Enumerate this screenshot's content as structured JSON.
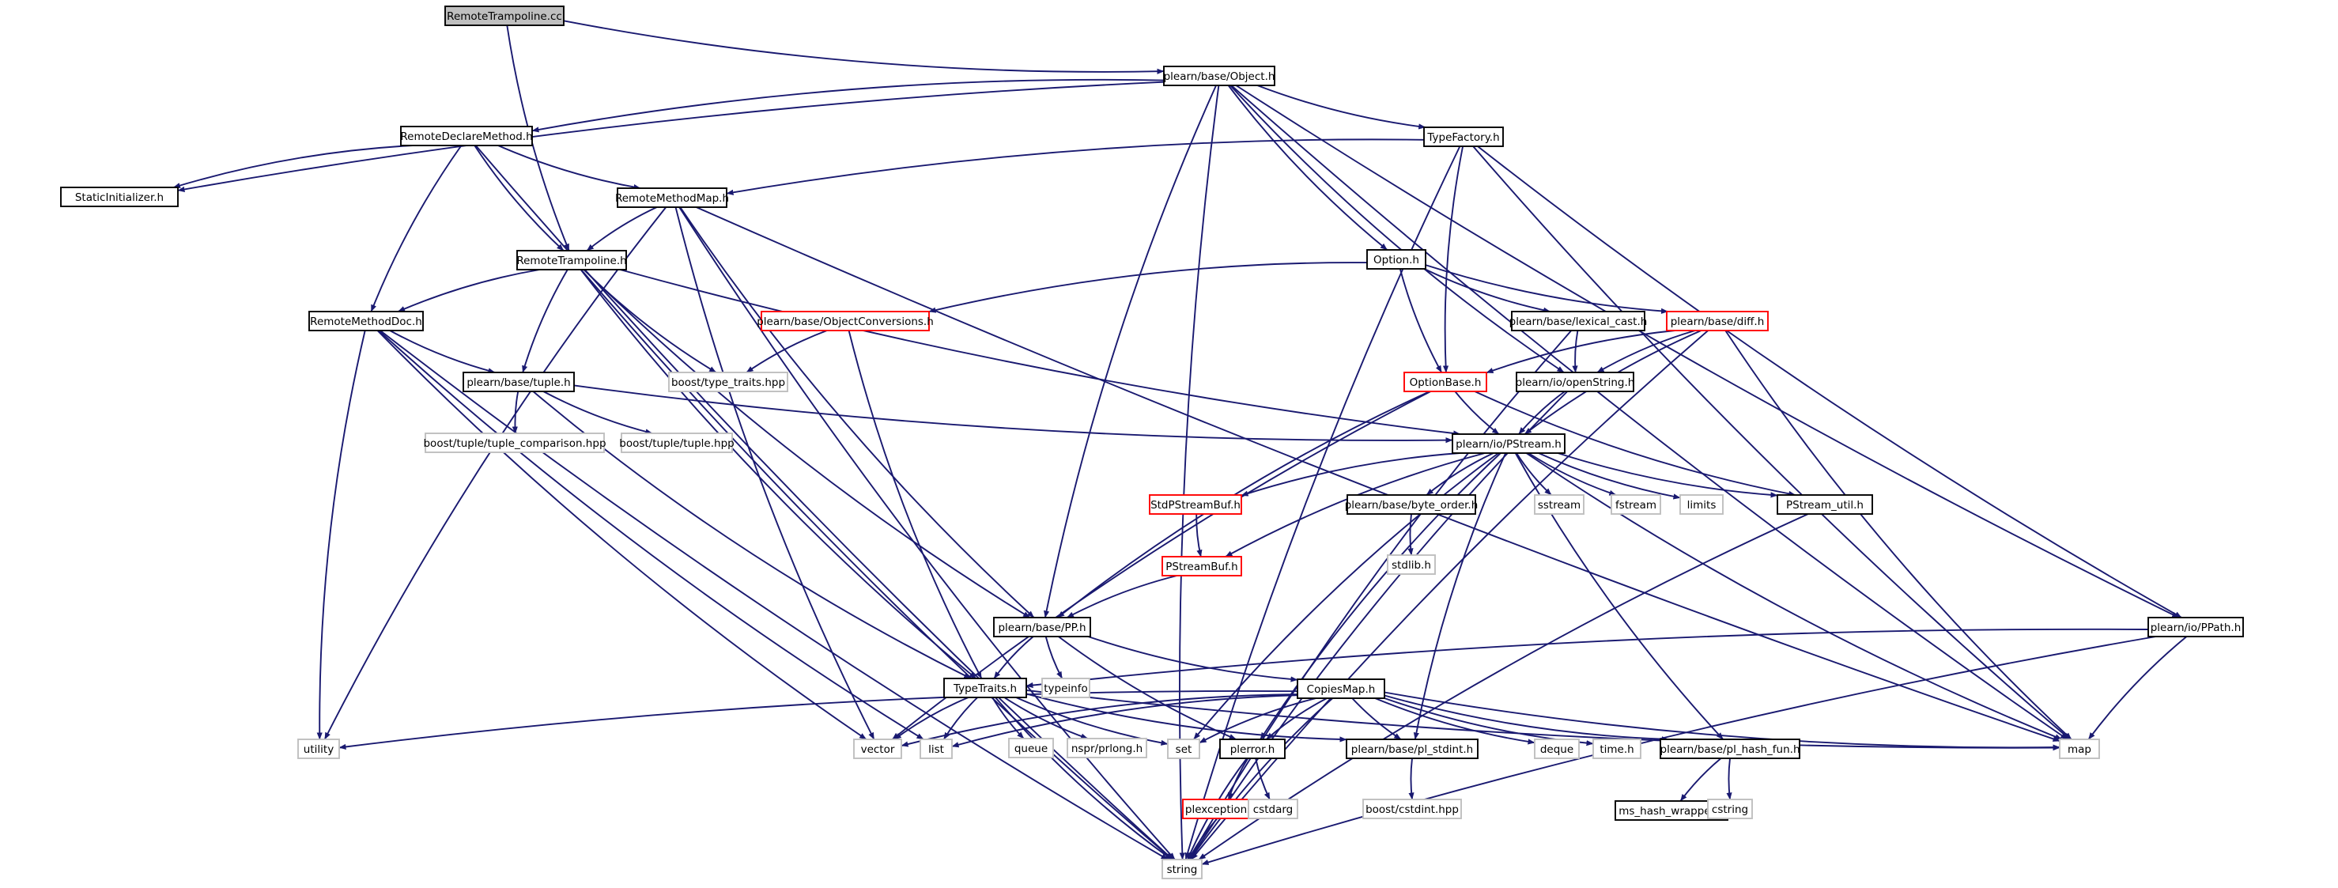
{
  "colors": {
    "edge": "#191970",
    "box_default": "#000000",
    "box_truncated": "#ff0000",
    "box_external": "#bfbfbf",
    "root_fill": "#bfbfbf"
  },
  "nodes": [
    {
      "id": "n0",
      "label": "RemoteTrampoline.cc",
      "kind": "root"
    },
    {
      "id": "n1",
      "label": "plearn/base/Object.h",
      "kind": "normal"
    },
    {
      "id": "n2",
      "label": "string",
      "kind": "external"
    },
    {
      "id": "n3",
      "label": "RemoteDeclareMethod.h",
      "kind": "normal"
    },
    {
      "id": "n4",
      "label": "StaticInitializer.h",
      "kind": "normal"
    },
    {
      "id": "n5",
      "label": "RemoteMethodMap.h",
      "kind": "normal"
    },
    {
      "id": "n6",
      "label": "TypeFactory.h",
      "kind": "normal"
    },
    {
      "id": "n7",
      "label": "RemoteTrampoline.h",
      "kind": "normal"
    },
    {
      "id": "n8",
      "label": "Option.h",
      "kind": "normal"
    },
    {
      "id": "n9",
      "label": "RemoteMethodDoc.h",
      "kind": "normal"
    },
    {
      "id": "n10",
      "label": "plearn/base/ObjectConversions.h",
      "kind": "truncated"
    },
    {
      "id": "n11",
      "label": "plearn/base/lexical_cast.h",
      "kind": "normal"
    },
    {
      "id": "n12",
      "label": "plearn/base/diff.h",
      "kind": "truncated"
    },
    {
      "id": "n13",
      "label": "boost/type_traits.hpp",
      "kind": "external"
    },
    {
      "id": "n14",
      "label": "OptionBase.h",
      "kind": "truncated"
    },
    {
      "id": "n15",
      "label": "plearn/io/openString.h",
      "kind": "normal"
    },
    {
      "id": "n16",
      "label": "plearn/base/tuple.h",
      "kind": "normal"
    },
    {
      "id": "n17",
      "label": "boost/tuple/tuple_comparison.hpp",
      "kind": "external"
    },
    {
      "id": "n18",
      "label": "boost/tuple/tuple.hpp",
      "kind": "external"
    },
    {
      "id": "n19",
      "label": "plearn/io/PStream.h",
      "kind": "normal"
    },
    {
      "id": "n20",
      "label": "StdPStreamBuf.h",
      "kind": "truncated"
    },
    {
      "id": "n21",
      "label": "plearn/base/byte_order.h",
      "kind": "normal"
    },
    {
      "id": "n22",
      "label": "sstream",
      "kind": "external"
    },
    {
      "id": "n23",
      "label": "fstream",
      "kind": "external"
    },
    {
      "id": "n24",
      "label": "limits",
      "kind": "external"
    },
    {
      "id": "n25",
      "label": "PStream_util.h",
      "kind": "normal"
    },
    {
      "id": "n26",
      "label": "PStreamBuf.h",
      "kind": "truncated"
    },
    {
      "id": "n27",
      "label": "stdlib.h",
      "kind": "external"
    },
    {
      "id": "n28",
      "label": "plearn/base/PP.h",
      "kind": "normal"
    },
    {
      "id": "n29",
      "label": "plearn/io/PPath.h",
      "kind": "normal"
    },
    {
      "id": "n30",
      "label": "TypeTraits.h",
      "kind": "normal"
    },
    {
      "id": "n31",
      "label": "typeinfo",
      "kind": "external"
    },
    {
      "id": "n32",
      "label": "CopiesMap.h",
      "kind": "normal"
    },
    {
      "id": "n33",
      "label": "utility",
      "kind": "external"
    },
    {
      "id": "n34",
      "label": "vector",
      "kind": "external"
    },
    {
      "id": "n35",
      "label": "list",
      "kind": "external"
    },
    {
      "id": "n36",
      "label": "queue",
      "kind": "external"
    },
    {
      "id": "n37",
      "label": "nspr/prlong.h",
      "kind": "external"
    },
    {
      "id": "n38",
      "label": "set",
      "kind": "external"
    },
    {
      "id": "n39",
      "label": "plerror.h",
      "kind": "normal"
    },
    {
      "id": "n40",
      "label": "plearn/base/pl_stdint.h",
      "kind": "normal"
    },
    {
      "id": "n41",
      "label": "deque",
      "kind": "external"
    },
    {
      "id": "n42",
      "label": "time.h",
      "kind": "external"
    },
    {
      "id": "n43",
      "label": "plearn/base/pl_hash_fun.h",
      "kind": "normal"
    },
    {
      "id": "n44",
      "label": "map",
      "kind": "external"
    },
    {
      "id": "n45",
      "label": "plexceptions.h",
      "kind": "truncated"
    },
    {
      "id": "n46",
      "label": "cstdarg",
      "kind": "external"
    },
    {
      "id": "n47",
      "label": "boost/cstdint.hpp",
      "kind": "external"
    },
    {
      "id": "n48",
      "label": "ms_hash_wrapper.h",
      "kind": "normal"
    },
    {
      "id": "n49",
      "label": "cstring",
      "kind": "external"
    }
  ],
  "edges": [
    [
      "n0",
      "n1"
    ],
    [
      "n0",
      "n7"
    ],
    [
      "n1",
      "n2"
    ],
    [
      "n1",
      "n3"
    ],
    [
      "n1",
      "n4"
    ],
    [
      "n1",
      "n6"
    ],
    [
      "n1",
      "n8"
    ],
    [
      "n1",
      "n15"
    ],
    [
      "n1",
      "n28"
    ],
    [
      "n1",
      "n29"
    ],
    [
      "n1",
      "n44"
    ],
    [
      "n3",
      "n4"
    ],
    [
      "n3",
      "n5"
    ],
    [
      "n3",
      "n7"
    ],
    [
      "n3",
      "n9"
    ],
    [
      "n3",
      "n2"
    ],
    [
      "n6",
      "n5"
    ],
    [
      "n6",
      "n14"
    ],
    [
      "n6",
      "n29"
    ],
    [
      "n6",
      "n44"
    ],
    [
      "n6",
      "n2"
    ],
    [
      "n5",
      "n7"
    ],
    [
      "n5",
      "n28"
    ],
    [
      "n5",
      "n33"
    ],
    [
      "n5",
      "n34"
    ],
    [
      "n5",
      "n44"
    ],
    [
      "n5",
      "n2"
    ],
    [
      "n7",
      "n9"
    ],
    [
      "n7",
      "n13"
    ],
    [
      "n7",
      "n16"
    ],
    [
      "n7",
      "n19"
    ],
    [
      "n7",
      "n28"
    ],
    [
      "n7",
      "n30"
    ],
    [
      "n7",
      "n2"
    ],
    [
      "n8",
      "n10"
    ],
    [
      "n8",
      "n11"
    ],
    [
      "n8",
      "n12"
    ],
    [
      "n8",
      "n14"
    ],
    [
      "n9",
      "n16"
    ],
    [
      "n9",
      "n33"
    ],
    [
      "n9",
      "n34"
    ],
    [
      "n9",
      "n35"
    ],
    [
      "n9",
      "n2"
    ],
    [
      "n10",
      "n13"
    ],
    [
      "n10",
      "n30"
    ],
    [
      "n11",
      "n15"
    ],
    [
      "n11",
      "n2"
    ],
    [
      "n12",
      "n14"
    ],
    [
      "n12",
      "n15"
    ],
    [
      "n12",
      "n19"
    ],
    [
      "n12",
      "n44"
    ],
    [
      "n12",
      "n2"
    ],
    [
      "n14",
      "n19"
    ],
    [
      "n14",
      "n25"
    ],
    [
      "n14",
      "n28"
    ],
    [
      "n14",
      "n34"
    ],
    [
      "n15",
      "n19"
    ],
    [
      "n15",
      "n2"
    ],
    [
      "n16",
      "n17"
    ],
    [
      "n16",
      "n18"
    ],
    [
      "n16",
      "n19"
    ],
    [
      "n16",
      "n30"
    ],
    [
      "n19",
      "n20"
    ],
    [
      "n19",
      "n21"
    ],
    [
      "n19",
      "n22"
    ],
    [
      "n19",
      "n23"
    ],
    [
      "n19",
      "n24"
    ],
    [
      "n19",
      "n25"
    ],
    [
      "n19",
      "n26"
    ],
    [
      "n19",
      "n38"
    ],
    [
      "n19",
      "n39"
    ],
    [
      "n19",
      "n40"
    ],
    [
      "n19",
      "n43"
    ],
    [
      "n19",
      "n44"
    ],
    [
      "n20",
      "n26"
    ],
    [
      "n21",
      "n27"
    ],
    [
      "n26",
      "n28"
    ],
    [
      "n25",
      "n2"
    ],
    [
      "n28",
      "n30"
    ],
    [
      "n28",
      "n31"
    ],
    [
      "n28",
      "n32"
    ],
    [
      "n28",
      "n39"
    ],
    [
      "n29",
      "n30"
    ],
    [
      "n29",
      "n44"
    ],
    [
      "n29",
      "n2"
    ],
    [
      "n30",
      "n34"
    ],
    [
      "n30",
      "n35"
    ],
    [
      "n30",
      "n36"
    ],
    [
      "n30",
      "n37"
    ],
    [
      "n30",
      "n38"
    ],
    [
      "n30",
      "n40"
    ],
    [
      "n30",
      "n44"
    ],
    [
      "n30",
      "n2"
    ],
    [
      "n32",
      "n33"
    ],
    [
      "n32",
      "n34"
    ],
    [
      "n32",
      "n35"
    ],
    [
      "n32",
      "n38"
    ],
    [
      "n32",
      "n39"
    ],
    [
      "n32",
      "n40"
    ],
    [
      "n32",
      "n41"
    ],
    [
      "n32",
      "n42"
    ],
    [
      "n32",
      "n43"
    ],
    [
      "n32",
      "n44"
    ],
    [
      "n32",
      "n2"
    ],
    [
      "n39",
      "n45"
    ],
    [
      "n39",
      "n46"
    ],
    [
      "n39",
      "n2"
    ],
    [
      "n45",
      "n2"
    ],
    [
      "n40",
      "n47"
    ],
    [
      "n43",
      "n48"
    ],
    [
      "n43",
      "n49"
    ]
  ]
}
